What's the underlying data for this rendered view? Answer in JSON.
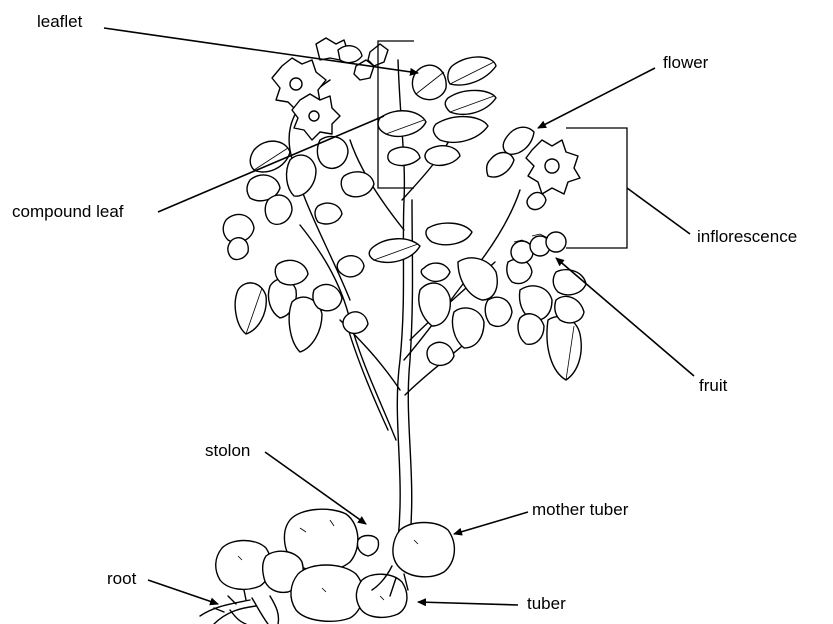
{
  "labels": {
    "leaflet": "leaflet",
    "flower": "flower",
    "compound_leaf": "compound leaf",
    "inflorescence": "inflorescence",
    "fruit": "fruit",
    "stolon": "stolon",
    "mother_tuber": "mother tuber",
    "root": "root",
    "tuber": "tuber"
  }
}
